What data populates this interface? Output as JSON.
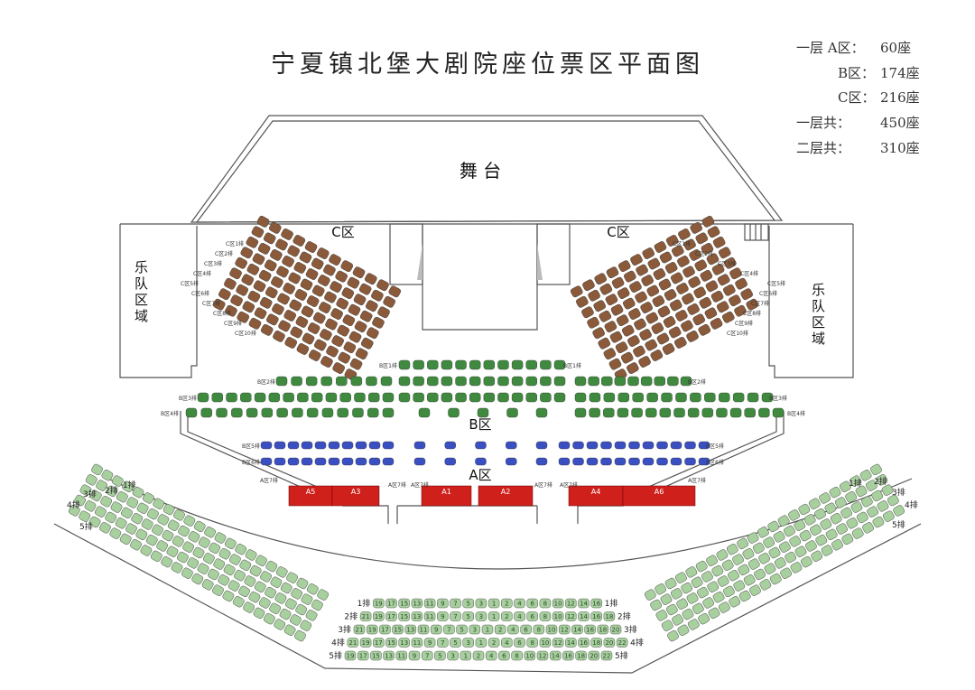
{
  "title": "宁夏镇北堡大剧院座位票区平面图",
  "legend": [
    {
      "label": "一层 A区：",
      "value": "60座"
    },
    {
      "label": "B区：",
      "value": "174座"
    },
    {
      "label": "C区：",
      "value": "216座"
    },
    {
      "label": "一层共：",
      "value": "450座"
    },
    {
      "label": "二层共：",
      "value": "310座"
    }
  ],
  "stage_label": "舞 台",
  "orchestra_label": "乐队区域",
  "zones": {
    "a": "A区",
    "b": "B区",
    "c": "C区"
  },
  "c_row_labels_left": [
    "C区1排",
    "C区2排",
    "C区3排",
    "C区4排",
    "C区5排",
    "C区6排",
    "C区7排",
    "C区8排",
    "C区9排",
    "C区10排"
  ],
  "c_row_labels_right": [
    "C区1排",
    "C区2排",
    "C区3排",
    "C区4排",
    "C区5排",
    "C区6排",
    "C区7排",
    "C区8排",
    "C区9排",
    "C区10排"
  ],
  "b_row_labels": [
    "B区1排",
    "B区2排",
    "B区3排",
    "B区4排",
    "B区5排",
    "B区6排"
  ],
  "a_row_label": "A区7排",
  "a_blocks": [
    "A5",
    "A3",
    "A1",
    "A2",
    "A4",
    "A6"
  ],
  "balcony_row_labels": [
    "1排",
    "2排",
    "3排",
    "4排",
    "5排"
  ],
  "balcony_center_rows": [
    {
      "label": "1排",
      "seats": [
        19,
        17,
        15,
        13,
        11,
        9,
        7,
        5,
        3,
        1,
        2,
        4,
        6,
        8,
        10,
        12,
        14,
        16
      ]
    },
    {
      "label": "2排",
      "seats": [
        21,
        19,
        17,
        15,
        13,
        11,
        9,
        7,
        5,
        3,
        1,
        2,
        4,
        6,
        8,
        10,
        12,
        14,
        16,
        18
      ]
    },
    {
      "label": "3排",
      "seats": [
        21,
        19,
        17,
        15,
        13,
        11,
        9,
        7,
        5,
        3,
        1,
        2,
        4,
        6,
        8,
        10,
        12,
        14,
        16,
        18,
        20
      ]
    },
    {
      "label": "4排",
      "seats": [
        21,
        19,
        17,
        15,
        13,
        11,
        9,
        7,
        5,
        3,
        1,
        2,
        4,
        6,
        8,
        10,
        12,
        14,
        16,
        18,
        20,
        22
      ]
    },
    {
      "label": "5排",
      "seats": [
        19,
        17,
        15,
        13,
        11,
        9,
        7,
        5,
        3,
        1,
        2,
        4,
        6,
        8,
        10,
        12,
        14,
        16,
        18,
        20,
        22
      ]
    }
  ],
  "colors": {
    "c_seat": "#8a5a3a",
    "b_seat": "#3f8a3f",
    "b_front_seat": "#3a4fc2",
    "a_block": "#d0201c",
    "balcony_seat": "#a8cf9e"
  }
}
